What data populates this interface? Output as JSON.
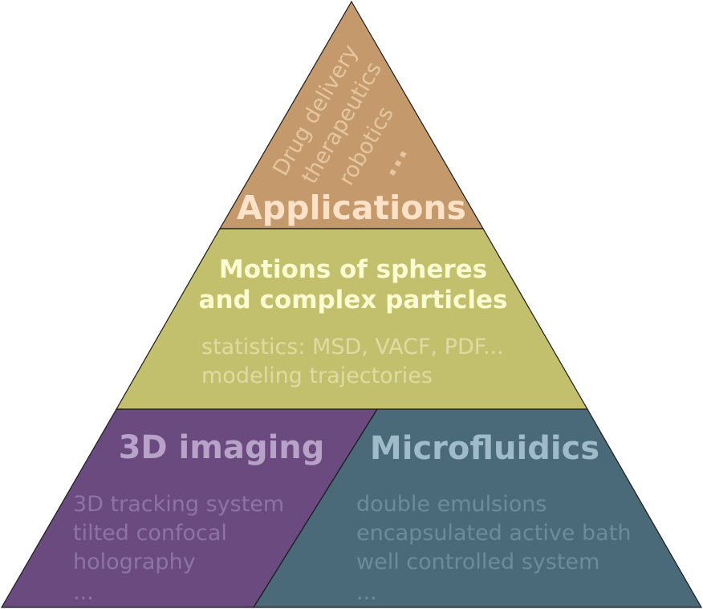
{
  "colors": {
    "top": "#c49a6c",
    "middle": "#c2c06c",
    "bottom_left": "#6b4a80",
    "bottom_right": "#4a6a7a",
    "outline": "#1a1a1a",
    "top_title": "#fde2c8",
    "top_items": "#e6c6a0",
    "middle_title": "#fbfbd2",
    "middle_items": "#dedca4",
    "left_title": "#b7a2c8",
    "left_items": "#8c74a6",
    "right_title": "#9fbac8",
    "right_items": "#6c8c9c"
  },
  "pyramid": {
    "top": {
      "title": "Applications",
      "items": [
        "Drug delivery",
        "therapeutics",
        "robotics",
        "..."
      ]
    },
    "middle": {
      "title_line1": "Motions of spheres",
      "title_line2": "and complex particles",
      "items": [
        "statistics: MSD, VACF, PDF...",
        "modeling trajectories"
      ]
    },
    "bottom_left": {
      "title": "3D imaging",
      "items": [
        "3D tracking system",
        "tilted confocal",
        "holography",
        "..."
      ]
    },
    "bottom_right": {
      "title": "Microfluidics",
      "items": [
        "double emulsions",
        "encapsulated active bath",
        "well controlled system",
        "..."
      ]
    }
  }
}
